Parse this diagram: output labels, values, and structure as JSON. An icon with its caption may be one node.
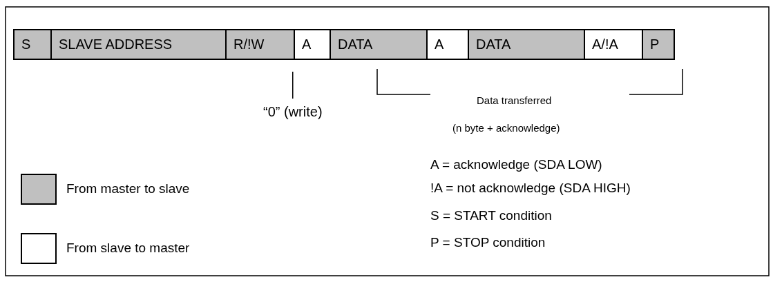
{
  "diagram": {
    "nodes": [
      {
        "text": [
          "S"
        ]
      },
      {
        "text": [
          "SLAVE ADDRESS"
        ]
      },
      {
        "text": [
          "R/!W"
        ]
      },
      {
        "text": [
          "A"
        ]
      },
      {
        "text": [
          "DATA"
        ]
      },
      {
        "text": [
          "A"
        ]
      },
      {
        "text": [
          "DATA"
        ]
      },
      {
        "text": [
          "A/!A"
        ]
      },
      {
        "text": [
          "P"
        ]
      },
      {
        "text": [
          "“0” (write)"
        ]
      }
    ],
    "edges": [
      {
        "from": null,
        "to": 9,
        "arrow": "none"
      }
    ],
    "labels": [
      "Data transferred",
      "(n byte + acknowledge)",
      "A = acknowledge (SDA LOW)",
      "!A = not acknowledge (SDA HIGH)",
      "S = START condition",
      "P = STOP condition"
    ],
    "legend": [
      {
        "text": "From master to slave",
        "color": "#c0c0c0"
      },
      {
        "text": "From slave to master",
        "color": "#ffffff"
      }
    ]
  }
}
